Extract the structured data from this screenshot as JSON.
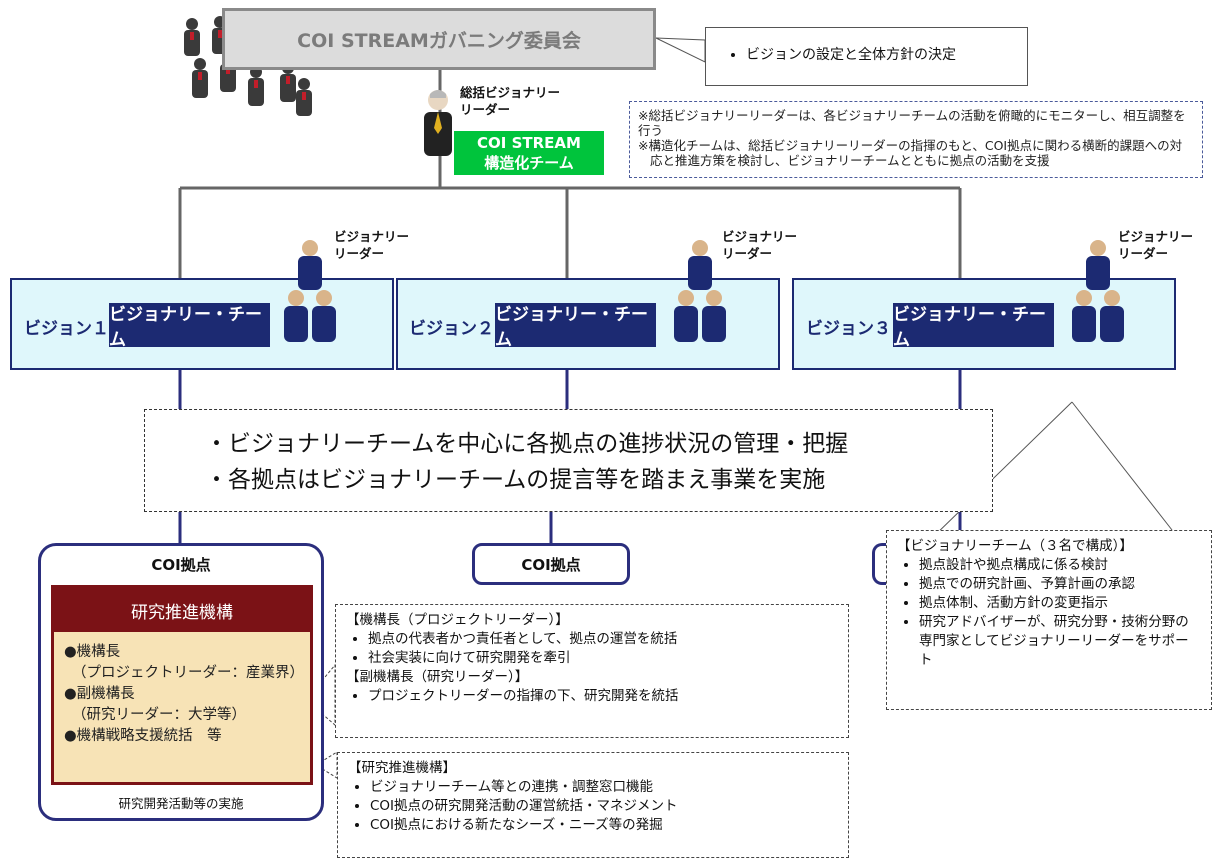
{
  "governance": {
    "title": "COI STREAMガバニング委員会",
    "callout": "ビジョンの設定と全体方針の決定"
  },
  "chief": {
    "label_line1": "総括ビジョナリー",
    "label_line2": "リーダー"
  },
  "structuring_team": {
    "line1": "COI STREAM",
    "line2": "構造化チーム"
  },
  "note": {
    "line1": "※総括ビジョナリーリーダーは、各ビジョナリーチームの活動を俯瞰的にモニターし、相互調整を行う",
    "line2": "※構造化チームは、総括ビジョナリーリーダーの指揮のもと、COI拠点に関わる横断的課題への対",
    "line3": "応と推進方策を検討し、ビジョナリーチームとともに拠点の活動を支援"
  },
  "visions": [
    {
      "label": "ビジョン１",
      "team": "ビジョナリー・チーム",
      "leader1": "ビジョナリー",
      "leader2": "リーダー"
    },
    {
      "label": "ビジョン２",
      "team": "ビジョナリー・チーム",
      "leader1": "ビジョナリー",
      "leader2": "リーダー"
    },
    {
      "label": "ビジョン３",
      "team": "ビジョナリー・チーム",
      "leader1": "ビジョナリー",
      "leader2": "リーダー"
    }
  ],
  "central": {
    "line1": "・ビジョナリーチームを中心に各拠点の進捗状況の管理・把握",
    "line2": "・各拠点はビジョナリーチームの提言等を踏まえ事業を実施"
  },
  "coi": {
    "main_title": "COI拠点",
    "middle_title": "COI拠点",
    "footer": "研究開発活動等の実施"
  },
  "rpo": {
    "title": "研究推進機構",
    "lines": [
      "●機構長",
      "（プロジェクトリーダー：産業界）",
      "●副機構長",
      "（研究リーダー：大学等）",
      "●機構戦略支援統括　等"
    ]
  },
  "desc1": {
    "head1": "【機構長（プロジェクトリーダー）】",
    "items1": [
      "拠点の代表者かつ責任者として、拠点の運営を統括",
      "社会実装に向けて研究開発を牽引"
    ],
    "head2": "【副機構長（研究リーダー）】",
    "items2": [
      "プロジェクトリーダーの指揮の下、研究開発を統括"
    ]
  },
  "desc2": {
    "head": "【研究推進機構】",
    "items": [
      "ビジョナリーチーム等との連携・調整窓口機能",
      "COI拠点の研究開発活動の運営統括・マネジメント",
      "COI拠点における新たなシーズ・ニーズ等の発掘"
    ]
  },
  "visionary_team_desc": {
    "head": "【ビジョナリーチーム（３名で構成）】",
    "items": [
      "拠点設計や拠点構成に係る検討",
      "拠点での研究計画、予算計画の承認",
      "拠点体制、活動方針の変更指示",
      "研究アドバイザーが、研究分野・技術分野の専門家としてビジョナリーリーダーをサポート"
    ]
  }
}
